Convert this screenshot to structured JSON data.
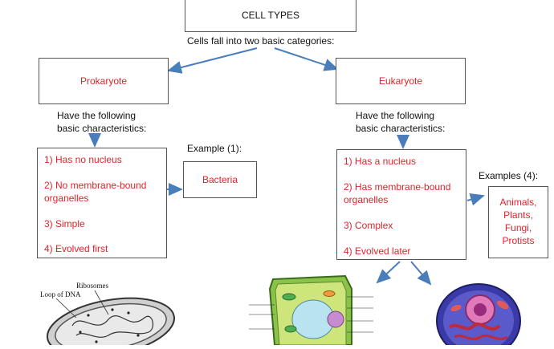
{
  "title": "CELL TYPES",
  "intro": "Cells fall into two basic categories:",
  "prokaryote": {
    "label": "Prokaryote",
    "intro_line1": "Have the following",
    "intro_line2": "basic characteristics:",
    "characteristics": [
      {
        "line1": "1) Has no nucleus",
        "line2": ""
      },
      {
        "line1": "2)  No membrane-bound",
        "line2": "organelles"
      },
      {
        "line1": "3)  Simple",
        "line2": ""
      },
      {
        "line1": "4)  Evolved first",
        "line2": ""
      }
    ],
    "example_heading": "Example (1):",
    "examples": [
      "Bacteria"
    ],
    "illustration_labels": {
      "ribosomes": "Ribosomes",
      "dna": "Loop of DNA"
    }
  },
  "eukaryote": {
    "label": "Eukaryote",
    "intro_line1": "Have the following",
    "intro_line2": "basic characteristics:",
    "characteristics": [
      {
        "line1": "1) Has a nucleus",
        "line2": ""
      },
      {
        "line1": "2)  Has membrane-bound",
        "line2": "organelles"
      },
      {
        "line1": "3)  Complex",
        "line2": ""
      },
      {
        "line1": "4)  Evolved later",
        "line2": ""
      }
    ],
    "example_heading": "Examples (4):",
    "examples": [
      "Animals,",
      "Plants,",
      "Fungi,",
      "Protists"
    ]
  },
  "colors": {
    "accent_red": "#e0232a",
    "arrow_blue": "#4a7ebb",
    "border": "#555555"
  }
}
